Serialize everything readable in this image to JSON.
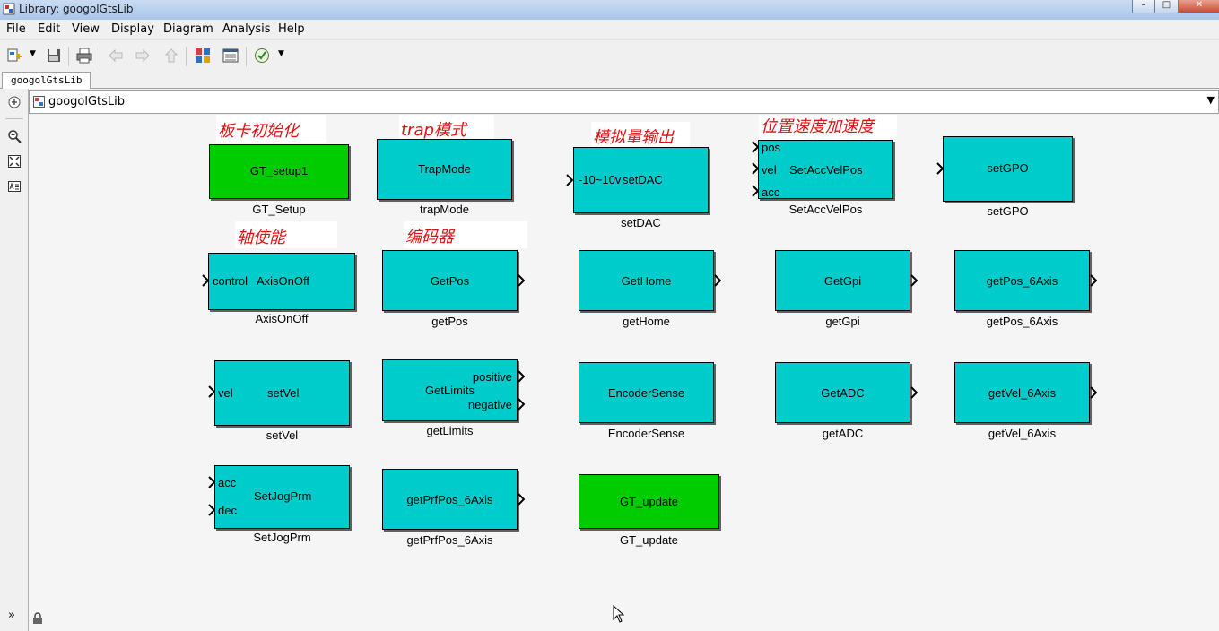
{
  "window": {
    "title": "Library: googolGtsLib"
  },
  "menu": [
    "File",
    "Edit",
    "View",
    "Display",
    "Diagram",
    "Analysis",
    "Help"
  ],
  "tab": "googolGtsLib",
  "address": "googolGtsLib",
  "colors": {
    "cyan": "#00cccc",
    "green": "#00cc00",
    "annotation": "#e01010"
  },
  "annotations": [
    "板卡初始化",
    "trap模式",
    "模拟量输出",
    "位置速度加速度",
    "轴使能",
    "编码器"
  ],
  "blocks": [
    {
      "inner": "GT_setup1",
      "label": "GT_Setup"
    },
    {
      "inner": "TrapMode",
      "label": "trapMode"
    },
    {
      "inner": "setDAC",
      "port_in": [
        "-10~10v"
      ],
      "label": "setDAC"
    },
    {
      "inner": "SetAccVelPos",
      "port_in": [
        "pos",
        "vel",
        "acc"
      ],
      "label": "SetAccVelPos"
    },
    {
      "inner": "setGPO",
      "label": "setGPO"
    },
    {
      "inner": "AxisOnOff",
      "port_in": [
        "control"
      ],
      "label": "AxisOnOff"
    },
    {
      "inner": "GetPos",
      "label": "getPos"
    },
    {
      "inner": "GetHome",
      "label": "getHome"
    },
    {
      "inner": "GetGpi",
      "label": "getGpi"
    },
    {
      "inner": "getPos_6Axis",
      "label": "getPos_6Axis"
    },
    {
      "inner": "setVel",
      "port_in": [
        "vel"
      ],
      "label": "setVel"
    },
    {
      "inner": "GetLimits",
      "port_out": [
        "positive",
        "negative"
      ],
      "label": "getLimits"
    },
    {
      "inner": "EncoderSense",
      "label": "EncoderSense"
    },
    {
      "inner": "GetADC",
      "label": "getADC"
    },
    {
      "inner": "getVel_6Axis",
      "label": "getVel_6Axis"
    },
    {
      "inner": "SetJogPrm",
      "port_in": [
        "acc",
        "dec"
      ],
      "label": "SetJogPrm"
    },
    {
      "inner": "getPrfPos_6Axis",
      "label": "getPrfPos_6Axis"
    },
    {
      "inner": "GT_update",
      "label": "GT_update"
    }
  ]
}
